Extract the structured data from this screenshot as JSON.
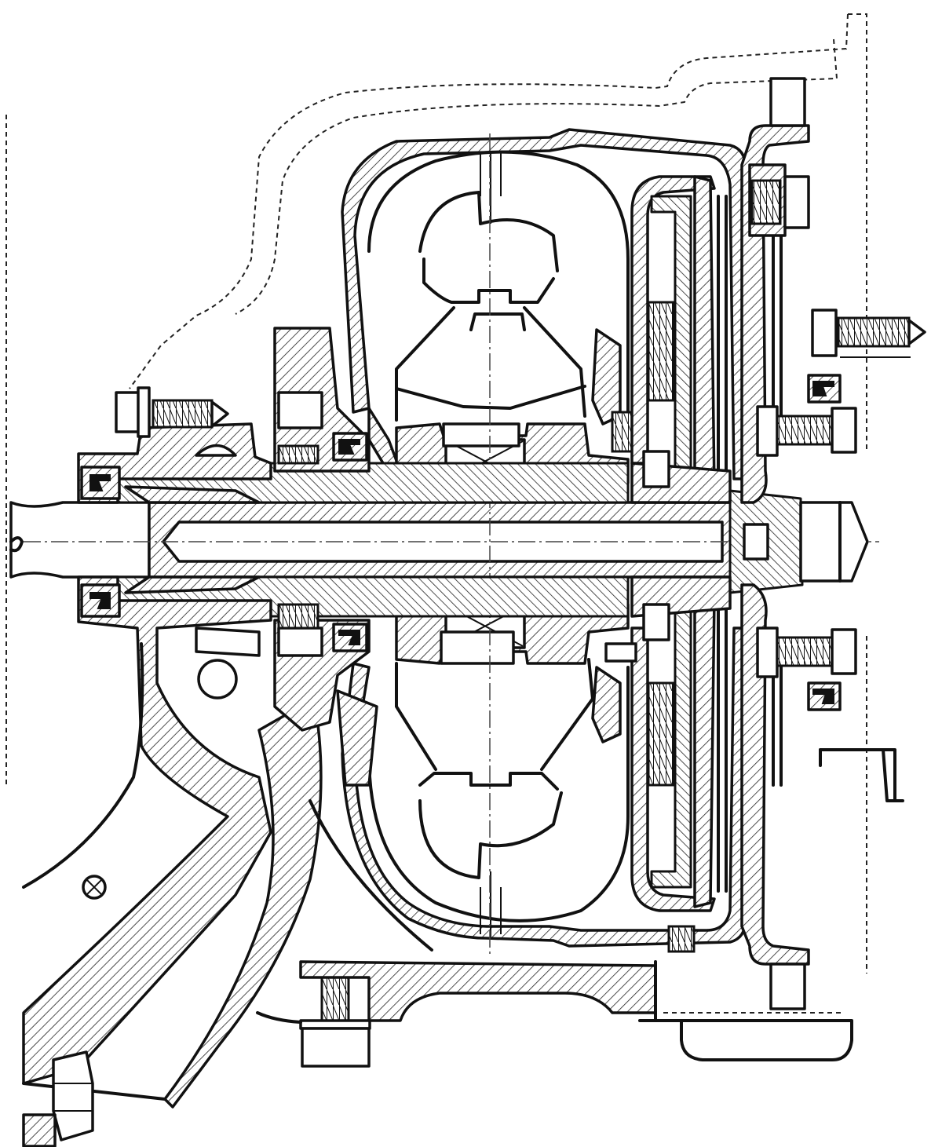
{
  "drawing": {
    "kind": "engineering cross-section line drawing",
    "colors": {
      "ink": "#111111",
      "paper": "#ffffff"
    },
    "components": [
      "outer-housing",
      "torque-converter-torus",
      "stator-blade",
      "main-shaft",
      "hollow-sleeve-shaft",
      "clutch-plate-pack",
      "bearing",
      "oil-seal",
      "bolt",
      "hex-nut",
      "flywheel-flange",
      "oil-pan"
    ]
  }
}
